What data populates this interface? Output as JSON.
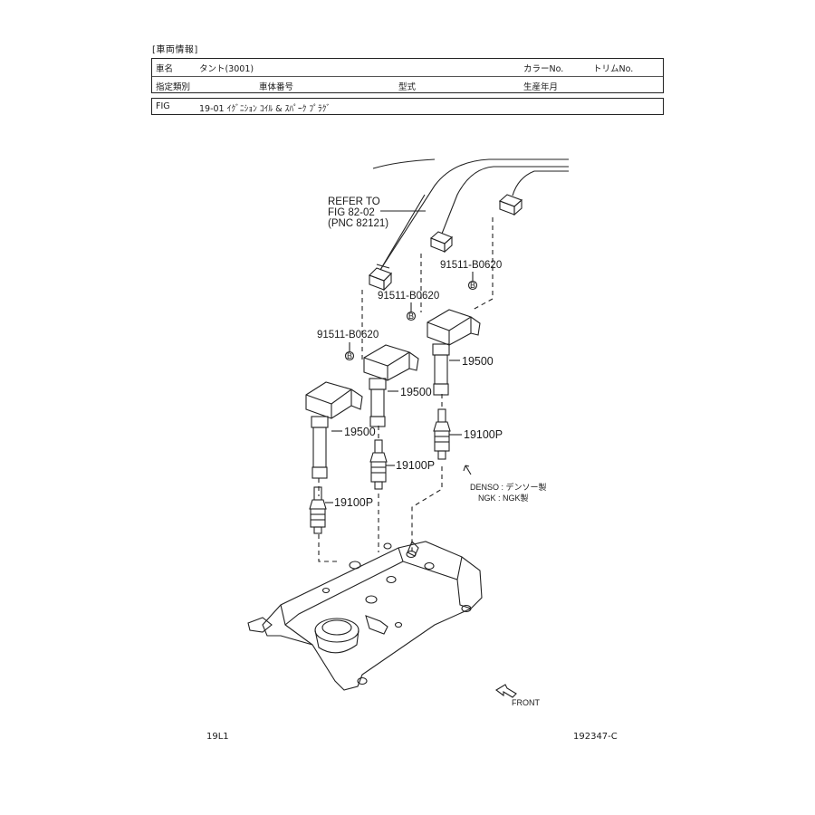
{
  "header": {
    "section_title": "[車両情報]",
    "row1": {
      "car_name_label": "車名",
      "car_name_value": "タント(3001)",
      "color_label": "カラーNo.",
      "trim_label": "トリムNo."
    },
    "row2": {
      "designation_label": "指定類別",
      "body_number_label": "車体番号",
      "model_label": "型式",
      "production_date_label": "生産年月"
    },
    "fig": {
      "label": "FIG",
      "title": "19-01 ｲｸﾞﾆｼｮﾝ ｺｲﾙ & ｽﾊﾟｰｸ ﾌﾟﾗｸﾞ"
    }
  },
  "diagram": {
    "refer_to": [
      "REFER TO",
      "FIG  82-02",
      "(PNC 82121)"
    ],
    "bolt_part": "91511-B0620",
    "bolt_marker": "B",
    "coil_part": "19500",
    "plug_part": "19100P",
    "legend": {
      "denso": "DENSO : デンソー製",
      "ngk": "NGK : NGK製"
    },
    "front_label": "FRONT"
  },
  "footer": {
    "left_code": "19L1",
    "right_code": "192347-C"
  }
}
